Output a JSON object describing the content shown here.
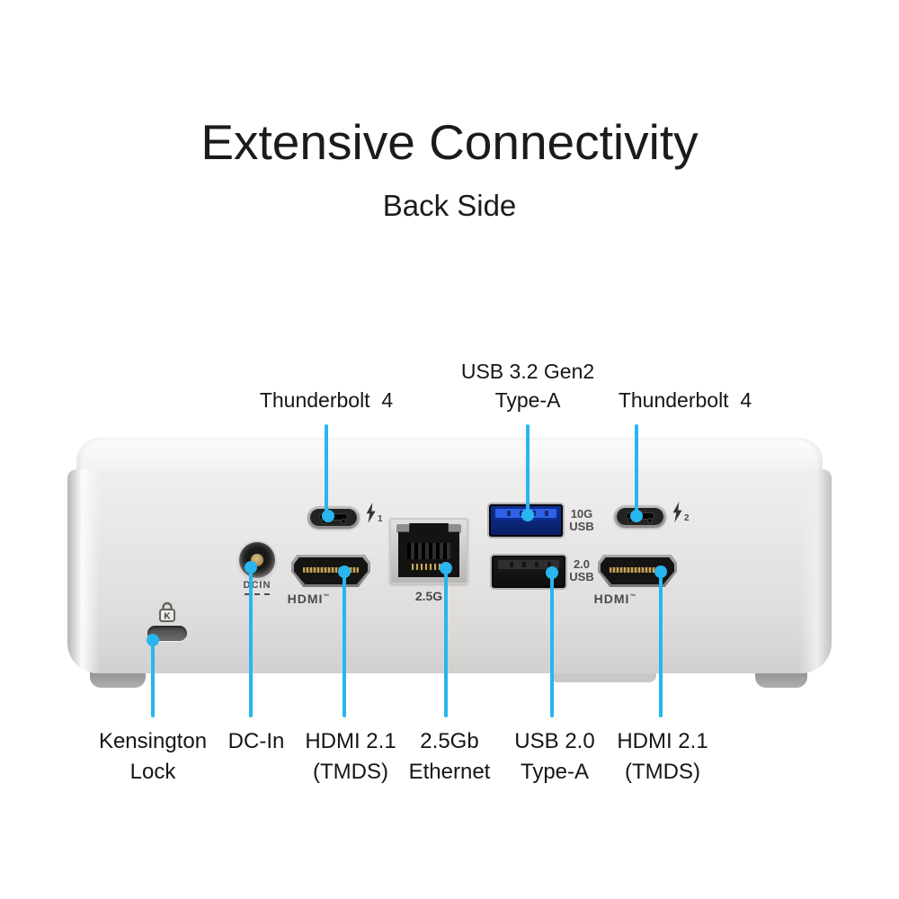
{
  "header": {
    "title": "Extensive Connectivity",
    "subtitle": "Back Side"
  },
  "colors": {
    "leader_line": "#29B5EF",
    "heading_text": "#1B1B1B",
    "label_text": "#161616",
    "port_sublabel_text": "#4A4A48",
    "usb_10g_port_blue": "#1C3FAE",
    "device_silver": "#E7E6E4"
  },
  "top_labels": [
    {
      "name": "thunderbolt-left",
      "line1": "Thunderbolt  4",
      "line2": ""
    },
    {
      "name": "usb32-gen2-type-a",
      "line1": "USB 3.2 Gen2",
      "line2": "Type-A"
    },
    {
      "name": "thunderbolt-right",
      "line1": "Thunderbolt  4",
      "line2": ""
    }
  ],
  "bottom_labels": [
    {
      "name": "kensington-lock",
      "line1": "Kensington",
      "line2": "Lock"
    },
    {
      "name": "dc-in",
      "line1": "DC-In",
      "line2": ""
    },
    {
      "name": "hdmi-left",
      "line1": "HDMI 2.1",
      "line2": "(TMDS)"
    },
    {
      "name": "ethernet",
      "line1": "2.5Gb",
      "line2": "Ethernet"
    },
    {
      "name": "usb-20",
      "line1": "USB 2.0",
      "line2": "Type-A"
    },
    {
      "name": "hdmi-right",
      "line1": "HDMI 2.1",
      "line2": "(TMDS)"
    }
  ],
  "ports": {
    "kensington_k": "K",
    "dcin_label": "DCIN",
    "hdmi_logo": "HDMI",
    "hdmi_tm": "™",
    "ethernet_speed": "2.5G",
    "usb10g": {
      "line1": "10G",
      "line2": "USB"
    },
    "usb20": {
      "line1": "2.0",
      "line2": "USB"
    },
    "tb1_index": "1",
    "tb2_index": "2"
  }
}
